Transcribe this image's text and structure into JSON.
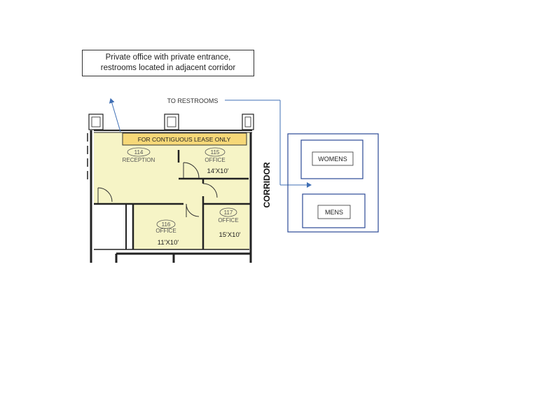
{
  "callout": {
    "line1": "Private office with private entrance,",
    "line2": "restrooms located in adjacent corridor"
  },
  "restroom_arrow_label": "TO RESTROOMS",
  "lease_banner": "FOR CONTIGUOUS LEASE ONLY",
  "corridor_label": "CORRIDOR",
  "rooms": [
    {
      "number": "114",
      "name": "RECEPTION",
      "dims": ""
    },
    {
      "number": "115",
      "name": "OFFICE",
      "dims": "14'X10'"
    },
    {
      "number": "116",
      "name": "OFFICE",
      "dims": "11'X10'"
    },
    {
      "number": "117",
      "name": "OFFICE",
      "dims": "15'X10'"
    }
  ],
  "restrooms": {
    "womens": "WOMENS",
    "mens": "MENS"
  },
  "colors": {
    "room_fill": "#f6f4c6",
    "banner_fill": "#f6d878",
    "wall": "#222222",
    "arrow": "#3f6fb5",
    "restroom_border": "#2c4a96"
  }
}
